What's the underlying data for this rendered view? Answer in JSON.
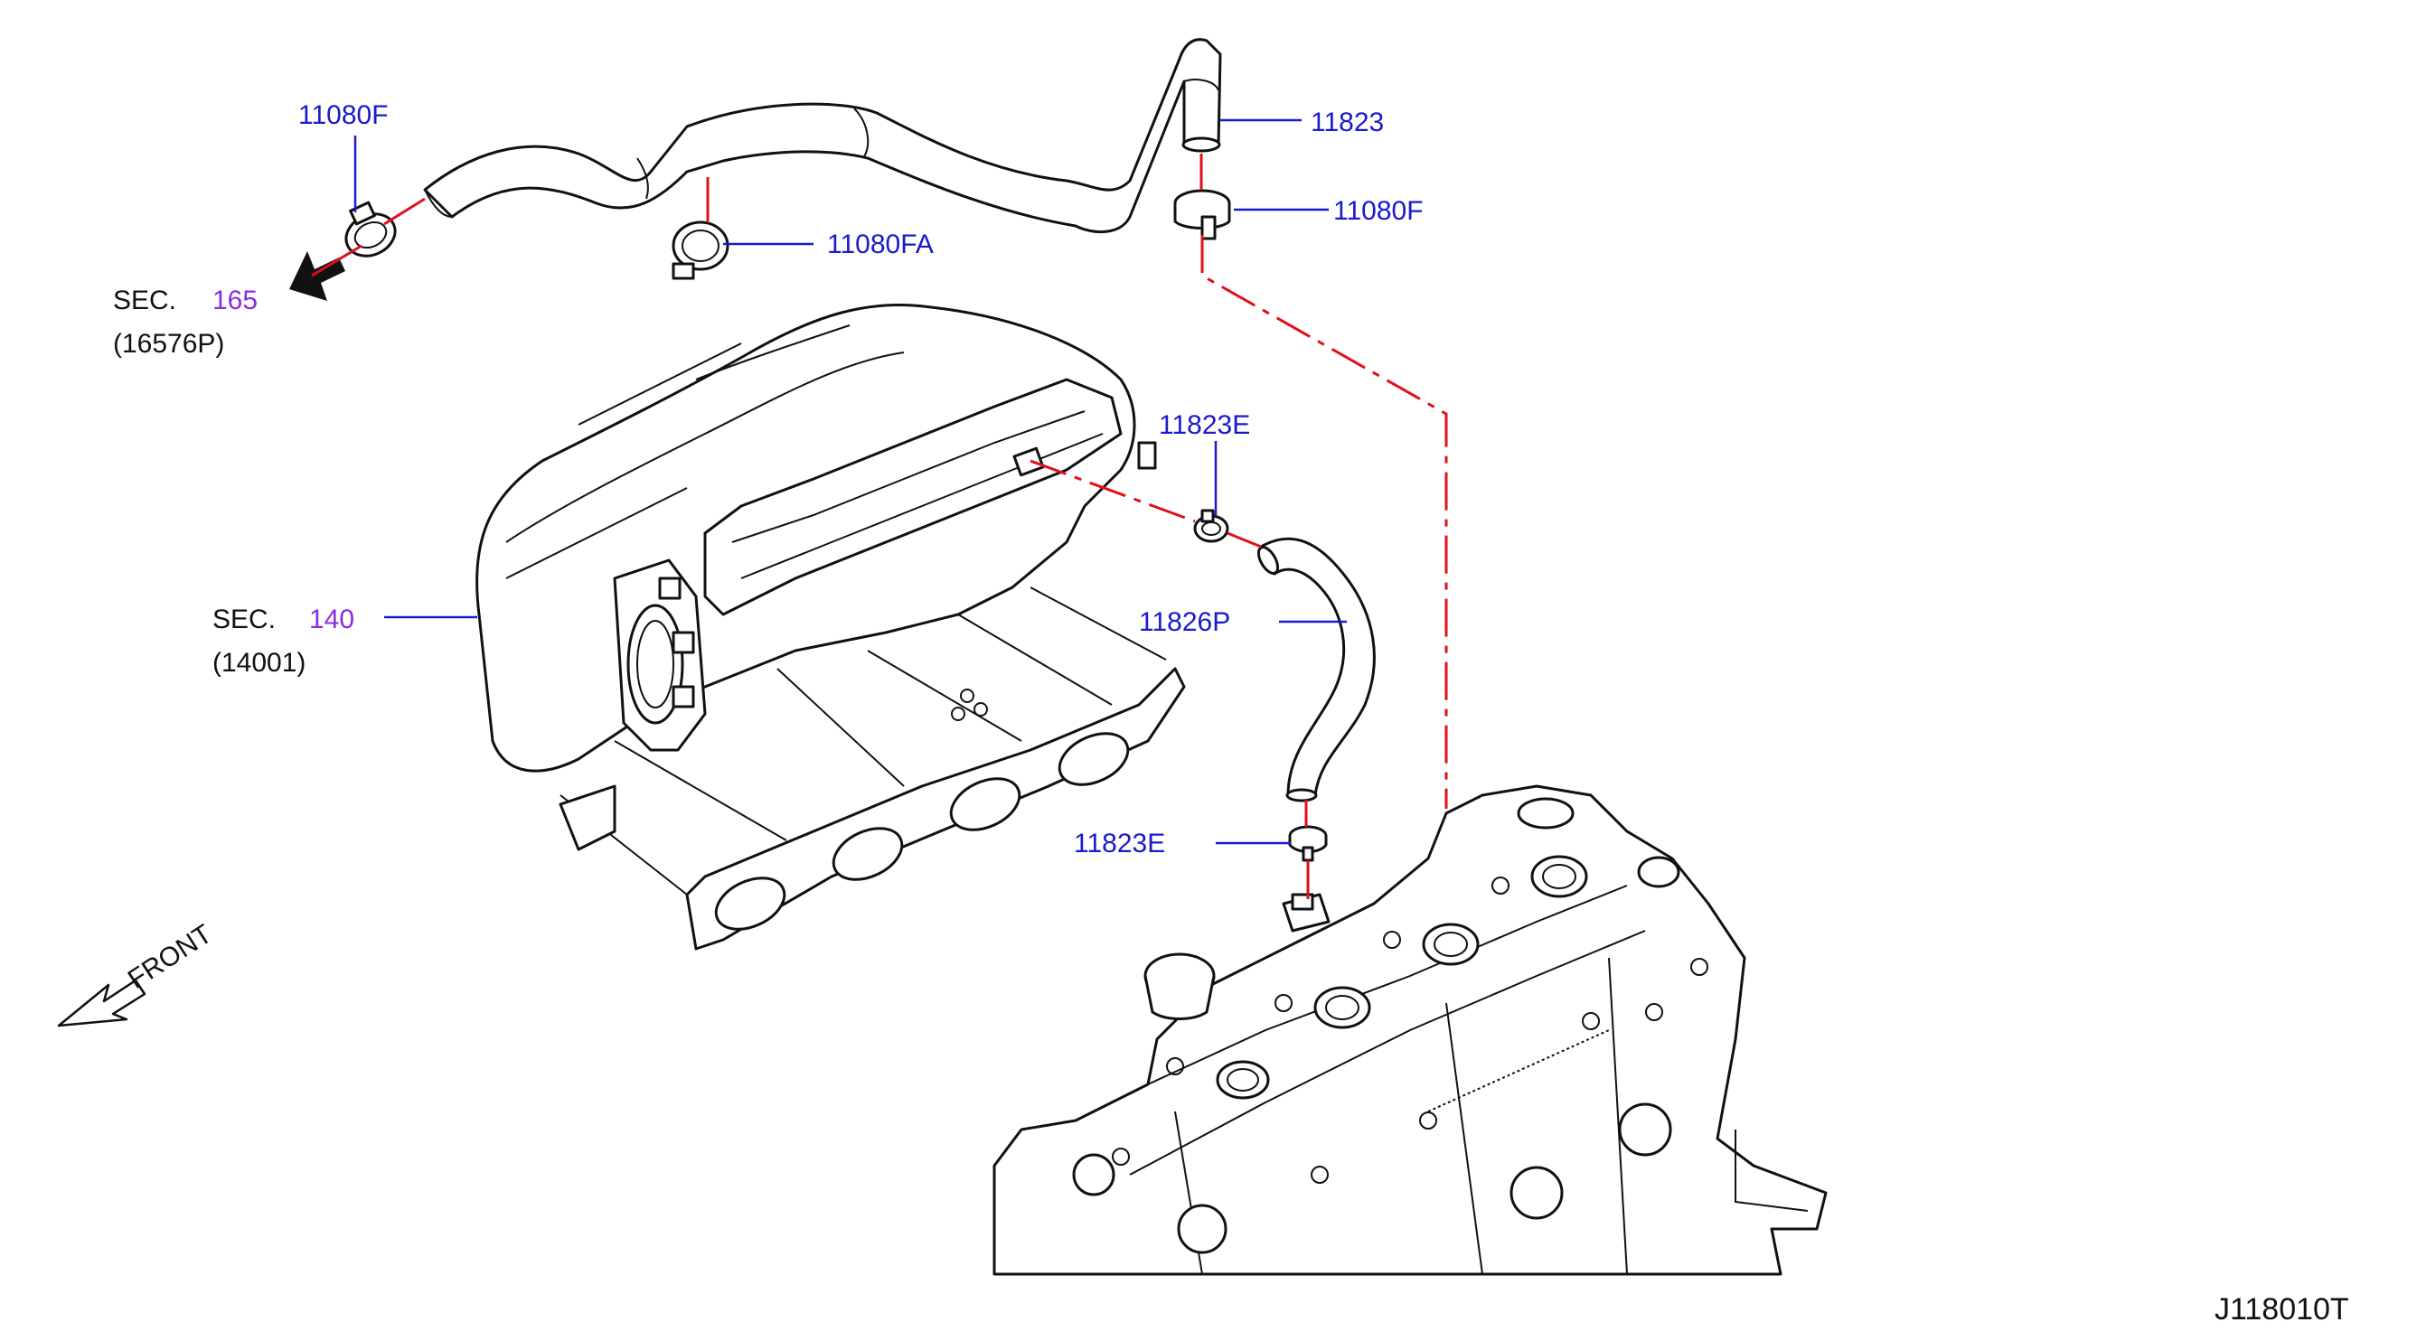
{
  "colors": {
    "part_label": "#1a1acc",
    "section_number": "#8a2be2",
    "text": "#111111",
    "connection_line": "#e0101a"
  },
  "labels": {
    "clamp_top_left": "11080F",
    "clamp_mid": "11080FA",
    "hose_top": "11823",
    "clamp_top_right": "11080F",
    "clamp_upper_small": "11823E",
    "hose_middle": "11826P",
    "clamp_lower_small": "11823E"
  },
  "sections": {
    "air_duct": {
      "prefix": "SEC.",
      "number": "165",
      "ref": "(16576P)"
    },
    "intake_manifold": {
      "prefix": "SEC.",
      "number": "140",
      "ref": "(14001)"
    }
  },
  "front_label": "FRONT",
  "diagram_code": "J118010T"
}
